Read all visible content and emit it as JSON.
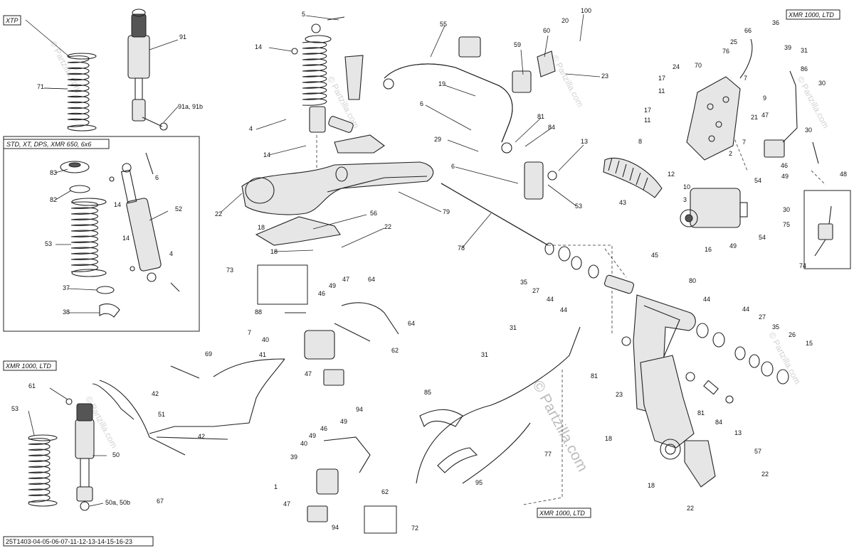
{
  "diagram": {
    "diagram_code": "25T1403-04-05-06-07-11-12-13-14-15-16-23",
    "watermark": "© Partzilla.com",
    "watermark_small": "© Partzilla.com",
    "boxes": {
      "xtp": "XTP",
      "std": "STD, XT, DPS, XMR 650, 6x6",
      "xmr_left": "XMR 1000, LTD",
      "xmr_top_right": "XMR 1000, LTD",
      "xmr_bottom": "XMR 1000, LTD"
    },
    "callouts": [
      {
        "id": "c71",
        "text": "71"
      },
      {
        "id": "c91",
        "text": "91"
      },
      {
        "id": "c91ab",
        "text": "91a, 91b"
      },
      {
        "id": "c83",
        "text": "83"
      },
      {
        "id": "c82",
        "text": "82"
      },
      {
        "id": "c53a",
        "text": "53"
      },
      {
        "id": "c37",
        "text": "37"
      },
      {
        "id": "c38",
        "text": "38"
      },
      {
        "id": "c6a",
        "text": "6"
      },
      {
        "id": "c14a",
        "text": "14"
      },
      {
        "id": "c52",
        "text": "52"
      },
      {
        "id": "c14b",
        "text": "14"
      },
      {
        "id": "c4a",
        "text": "4"
      },
      {
        "id": "c61",
        "text": "61"
      },
      {
        "id": "c53b",
        "text": "53"
      },
      {
        "id": "c50",
        "text": "50"
      },
      {
        "id": "c50ab",
        "text": "50a, 50b"
      },
      {
        "id": "c5",
        "text": "5"
      },
      {
        "id": "c14c",
        "text": "14"
      },
      {
        "id": "c4b",
        "text": "4"
      },
      {
        "id": "c14d",
        "text": "14"
      },
      {
        "id": "c22a",
        "text": "22"
      },
      {
        "id": "c18a",
        "text": "18"
      },
      {
        "id": "c56",
        "text": "56"
      },
      {
        "id": "c22b",
        "text": "22"
      },
      {
        "id": "c18b",
        "text": "18"
      },
      {
        "id": "c79",
        "text": "79"
      },
      {
        "id": "c55",
        "text": "55"
      },
      {
        "id": "c59",
        "text": "59"
      },
      {
        "id": "c60",
        "text": "60"
      },
      {
        "id": "c20",
        "text": "20"
      },
      {
        "id": "c100",
        "text": "100"
      },
      {
        "id": "c23a",
        "text": "23"
      },
      {
        "id": "c19",
        "text": "19"
      },
      {
        "id": "c6b",
        "text": "6"
      },
      {
        "id": "c81a",
        "text": "81"
      },
      {
        "id": "c84a",
        "text": "84"
      },
      {
        "id": "c29",
        "text": "29"
      },
      {
        "id": "c13a",
        "text": "13"
      },
      {
        "id": "c6c",
        "text": "6"
      },
      {
        "id": "c53c",
        "text": "53"
      },
      {
        "id": "c78",
        "text": "78"
      },
      {
        "id": "c35a",
        "text": "35"
      },
      {
        "id": "c27a",
        "text": "27"
      },
      {
        "id": "c44a",
        "text": "44"
      },
      {
        "id": "c44b",
        "text": "44"
      },
      {
        "id": "c66",
        "text": "66"
      },
      {
        "id": "c36",
        "text": "36"
      },
      {
        "id": "c25",
        "text": "25"
      },
      {
        "id": "c76",
        "text": "76"
      },
      {
        "id": "c39",
        "text": "39"
      },
      {
        "id": "c31a",
        "text": "31"
      },
      {
        "id": "c86",
        "text": "86"
      },
      {
        "id": "c24",
        "text": "24"
      },
      {
        "id": "c70",
        "text": "70"
      },
      {
        "id": "c7a",
        "text": "7"
      },
      {
        "id": "c30a",
        "text": "30"
      },
      {
        "id": "c17a",
        "text": "17"
      },
      {
        "id": "c11a",
        "text": "11"
      },
      {
        "id": "c9",
        "text": "9"
      },
      {
        "id": "c17b",
        "text": "17"
      },
      {
        "id": "c11b",
        "text": "11"
      },
      {
        "id": "c21",
        "text": "21"
      },
      {
        "id": "c47a",
        "text": "47"
      },
      {
        "id": "c30b",
        "text": "30"
      },
      {
        "id": "c8",
        "text": "8"
      },
      {
        "id": "c7b",
        "text": "7"
      },
      {
        "id": "c2",
        "text": "2"
      },
      {
        "id": "c12",
        "text": "12"
      },
      {
        "id": "c10",
        "text": "10"
      },
      {
        "id": "c46a",
        "text": "46"
      },
      {
        "id": "c49a",
        "text": "49"
      },
      {
        "id": "c48",
        "text": "48"
      },
      {
        "id": "c3",
        "text": "3"
      },
      {
        "id": "c54a",
        "text": "54"
      },
      {
        "id": "c43",
        "text": "43"
      },
      {
        "id": "c30c",
        "text": "30"
      },
      {
        "id": "c75",
        "text": "75"
      },
      {
        "id": "c54b",
        "text": "54"
      },
      {
        "id": "c16a",
        "text": "16"
      },
      {
        "id": "c49b",
        "text": "49"
      },
      {
        "id": "c74",
        "text": "74"
      },
      {
        "id": "c45",
        "text": "45"
      },
      {
        "id": "c80",
        "text": "80"
      },
      {
        "id": "c44c",
        "text": "44"
      },
      {
        "id": "c44d",
        "text": "44"
      },
      {
        "id": "c27b",
        "text": "27"
      },
      {
        "id": "c35b",
        "text": "35"
      },
      {
        "id": "c26",
        "text": "26"
      },
      {
        "id": "c15",
        "text": "15"
      },
      {
        "id": "c81b",
        "text": "81"
      },
      {
        "id": "c23b",
        "text": "23"
      },
      {
        "id": "c81c",
        "text": "81"
      },
      {
        "id": "c84b",
        "text": "84"
      },
      {
        "id": "c13b",
        "text": "13"
      },
      {
        "id": "c18c",
        "text": "18"
      },
      {
        "id": "c57",
        "text": "57"
      },
      {
        "id": "c22c",
        "text": "22"
      },
      {
        "id": "c18d",
        "text": "18"
      },
      {
        "id": "c22d",
        "text": "22"
      },
      {
        "id": "c73",
        "text": "73"
      },
      {
        "id": "c88",
        "text": "88"
      },
      {
        "id": "c7c",
        "text": "7"
      },
      {
        "id": "c40a",
        "text": "40"
      },
      {
        "id": "c41",
        "text": "41"
      },
      {
        "id": "c46b",
        "text": "46"
      },
      {
        "id": "c49c",
        "text": "49"
      },
      {
        "id": "c47b",
        "text": "47"
      },
      {
        "id": "c64a",
        "text": "64"
      },
      {
        "id": "c64b",
        "text": "64"
      },
      {
        "id": "c62a",
        "text": "62"
      },
      {
        "id": "c47c",
        "text": "47"
      },
      {
        "id": "c94a",
        "text": "94"
      },
      {
        "id": "c69",
        "text": "69"
      },
      {
        "id": "c42a",
        "text": "42"
      },
      {
        "id": "c51",
        "text": "51"
      },
      {
        "id": "c42b",
        "text": "42"
      },
      {
        "id": "c67",
        "text": "67"
      },
      {
        "id": "c49d",
        "text": "49"
      },
      {
        "id": "c46c",
        "text": "46"
      },
      {
        "id": "c49e",
        "text": "49"
      },
      {
        "id": "c40b",
        "text": "40"
      },
      {
        "id": "c39b",
        "text": "39"
      },
      {
        "id": "c1",
        "text": "1"
      },
      {
        "id": "c47d",
        "text": "47"
      },
      {
        "id": "c62b",
        "text": "62"
      },
      {
        "id": "c94b",
        "text": "94"
      },
      {
        "id": "c72",
        "text": "72"
      },
      {
        "id": "c31b",
        "text": "31"
      },
      {
        "id": "c31c",
        "text": "31"
      },
      {
        "id": "c85",
        "text": "85"
      },
      {
        "id": "c95",
        "text": "95"
      },
      {
        "id": "c77",
        "text": "77"
      }
    ]
  }
}
